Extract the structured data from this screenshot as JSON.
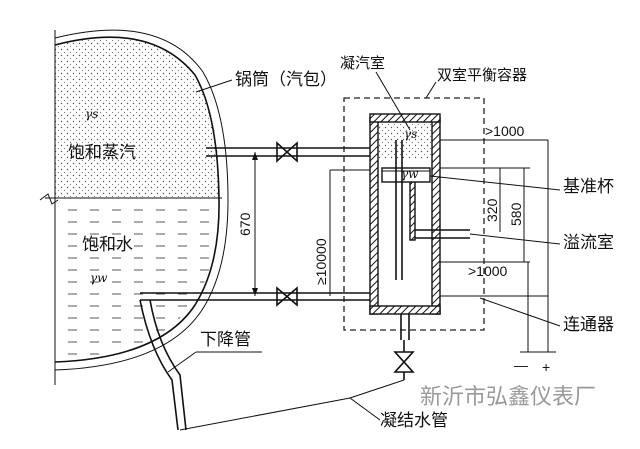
{
  "labels": {
    "drum": "锅筒（汽包）",
    "saturated_steam": "饱和蒸汽",
    "saturated_water": "饱和水",
    "gamma_s_drum": "γs",
    "gamma_w_drum": "γw",
    "condensing_chamber": "凝汽室",
    "double_chamber_container": "双室平衡容器",
    "gamma_s_chamber": "γs",
    "gamma_w_chamber": "γw",
    "reference_cup": "基准杯",
    "overflow_chamber": "溢流室",
    "connector": "连通器",
    "downcomer": "下降管",
    "condensate_pipe": "凝结水管",
    "watermark": "新沂市弘鑫仪表厂",
    "minus_sign": "—",
    "plus_sign": "+"
  },
  "dimensions": {
    "dim_670": "670",
    "dim_10000": "≥10000",
    "dim_1000_top": ">1000",
    "dim_1000_bottom": ">1000",
    "dim_320": "320",
    "dim_580": "580"
  }
}
